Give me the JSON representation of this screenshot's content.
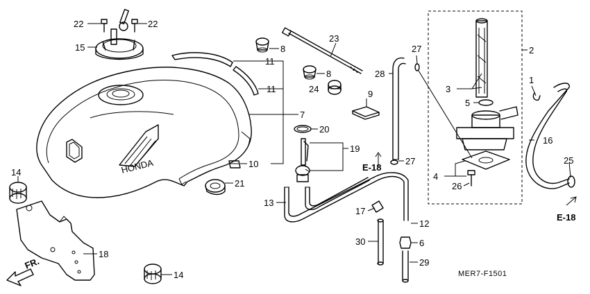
{
  "diagram_code": "MER7-F1501",
  "brand_text": "HONDA",
  "part_labels": {
    "p1": "1",
    "p2": "2",
    "p3": "3",
    "p4": "4",
    "p5": "5",
    "p6": "6",
    "p7": "7",
    "p8a": "8",
    "p8b": "8",
    "p9": "9",
    "p10": "10",
    "p11a": "11",
    "p11b": "11",
    "p12": "12",
    "p13": "13",
    "p14a": "14",
    "p14b": "14",
    "p15": "15",
    "p16": "16",
    "p17": "17",
    "p18": "18",
    "p19": "19",
    "p20": "20",
    "p21": "21",
    "p22a": "22",
    "p22b": "22",
    "p23": "23",
    "p24": "24",
    "p25": "25",
    "p26": "26",
    "p27a": "27",
    "p27b": "27",
    "p28": "28",
    "p29": "29",
    "p30": "30"
  },
  "refs": {
    "ref_a": "E-18",
    "ref_b": "E-18"
  },
  "direction": "FR."
}
